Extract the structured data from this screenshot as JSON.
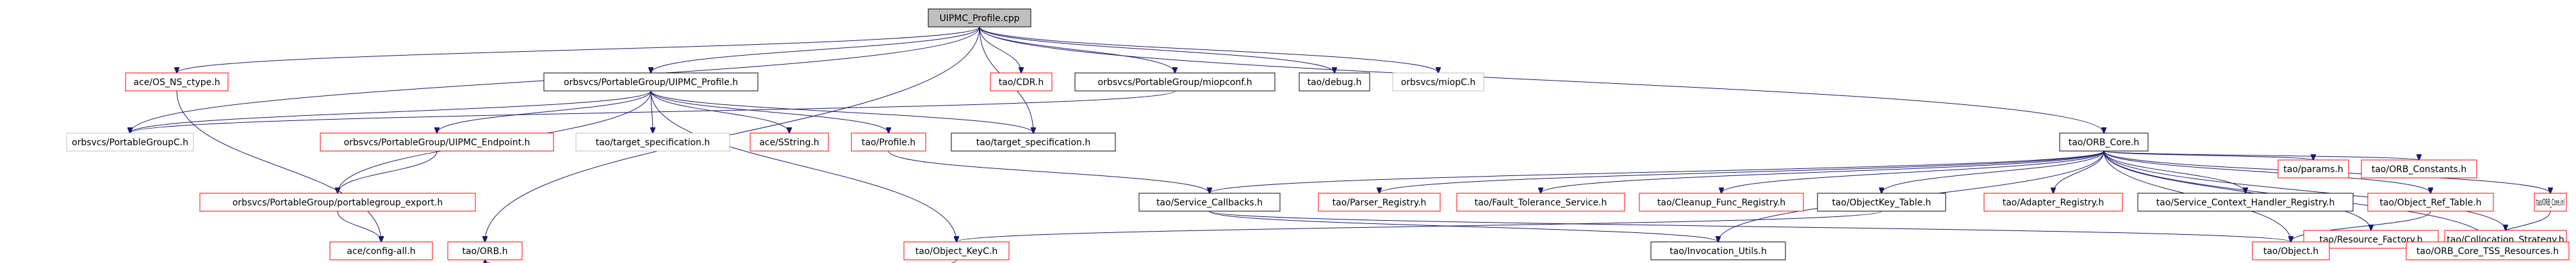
{
  "colors": {
    "root_fill": "#bfbfbf",
    "root_border": "#000000",
    "documented_border": "#000000",
    "undocumented_border": "#ff0000",
    "external_border": "#bfbfbf",
    "edge": "#191970"
  },
  "nodes": [
    {
      "id": "root",
      "label": "UIPMC_Profile.cpp",
      "kind": "root"
    },
    {
      "id": "ns_ctype",
      "label": "ace/OS_NS_ctype.h",
      "kind": "undocumented"
    },
    {
      "id": "uipmc_profile_h",
      "label": "orbsvcs/PortableGroup/UIPMC_Profile.h",
      "kind": "documented"
    },
    {
      "id": "cdr",
      "label": "tao/CDR.h",
      "kind": "undocumented"
    },
    {
      "id": "miopconf",
      "label": "orbsvcs/PortableGroup/miopconf.h",
      "kind": "documented"
    },
    {
      "id": "debug",
      "label": "tao/debug.h",
      "kind": "documented"
    },
    {
      "id": "miopc",
      "label": "orbsvcs/miopC.h",
      "kind": "external"
    },
    {
      "id": "portablegroupc",
      "label": "orbsvcs/PortableGroupC.h",
      "kind": "external"
    },
    {
      "id": "uipmc_endpoint",
      "label": "orbsvcs/PortableGroup/UIPMC_Endpoint.h",
      "kind": "undocumented"
    },
    {
      "id": "target_spec1",
      "label": "tao/target_specification.h",
      "kind": "external"
    },
    {
      "id": "sstring",
      "label": "ace/SString.h",
      "kind": "undocumented"
    },
    {
      "id": "profile",
      "label": "tao/Profile.h",
      "kind": "undocumented"
    },
    {
      "id": "target_spec2",
      "label": "tao/target_specification.h",
      "kind": "documented"
    },
    {
      "id": "orb_core",
      "label": "tao/ORB_Core.h",
      "kind": "documented"
    },
    {
      "id": "pg_export",
      "label": "orbsvcs/PortableGroup/portablegroup_export.h",
      "kind": "undocumented"
    },
    {
      "id": "service_callbacks",
      "label": "tao/Service_Callbacks.h",
      "kind": "documented"
    },
    {
      "id": "parser_registry",
      "label": "tao/Parser_Registry.h",
      "kind": "undocumented"
    },
    {
      "id": "fault_tolerance",
      "label": "tao/Fault_Tolerance_Service.h",
      "kind": "undocumented"
    },
    {
      "id": "cleanup_func",
      "label": "tao/Cleanup_Func_Registry.h",
      "kind": "undocumented"
    },
    {
      "id": "objectkey_table",
      "label": "tao/ObjectKey_Table.h",
      "kind": "documented"
    },
    {
      "id": "adapter_registry",
      "label": "tao/Adapter_Registry.h",
      "kind": "undocumented"
    },
    {
      "id": "scontext_handler",
      "label": "tao/Service_Context_Handler_Registry.h",
      "kind": "documented"
    },
    {
      "id": "object_ref_table",
      "label": "tao/Object_Ref_Table.h",
      "kind": "undocumented"
    },
    {
      "id": "orb_core_inl",
      "label": "tao/ORB_Core.inl",
      "kind": "undocumented"
    },
    {
      "id": "resource_factory",
      "label": "tao/Resource_Factory.h",
      "kind": "undocumented"
    },
    {
      "id": "collocation",
      "label": "tao/Collocation_Strategy.h",
      "kind": "undocumented"
    },
    {
      "id": "params",
      "label": "tao/params.h",
      "kind": "undocumented"
    },
    {
      "id": "orb_constants",
      "label": "tao/ORB_Constants.h",
      "kind": "undocumented"
    },
    {
      "id": "config_all",
      "label": "ace/config-all.h",
      "kind": "undocumented"
    },
    {
      "id": "object_key",
      "label": "tao/Object_KeyC.h",
      "kind": "undocumented"
    },
    {
      "id": "invocation_utils",
      "label": "tao/Invocation_Utils.h",
      "kind": "documented"
    },
    {
      "id": "object",
      "label": "tao/Object.h",
      "kind": "undocumented"
    },
    {
      "id": "tss_resources",
      "label": "tao/ORB_Core_TSS_Resources.h",
      "kind": "undocumented"
    },
    {
      "id": "orb",
      "label": "tao/ORB.h",
      "kind": "undocumented"
    }
  ]
}
